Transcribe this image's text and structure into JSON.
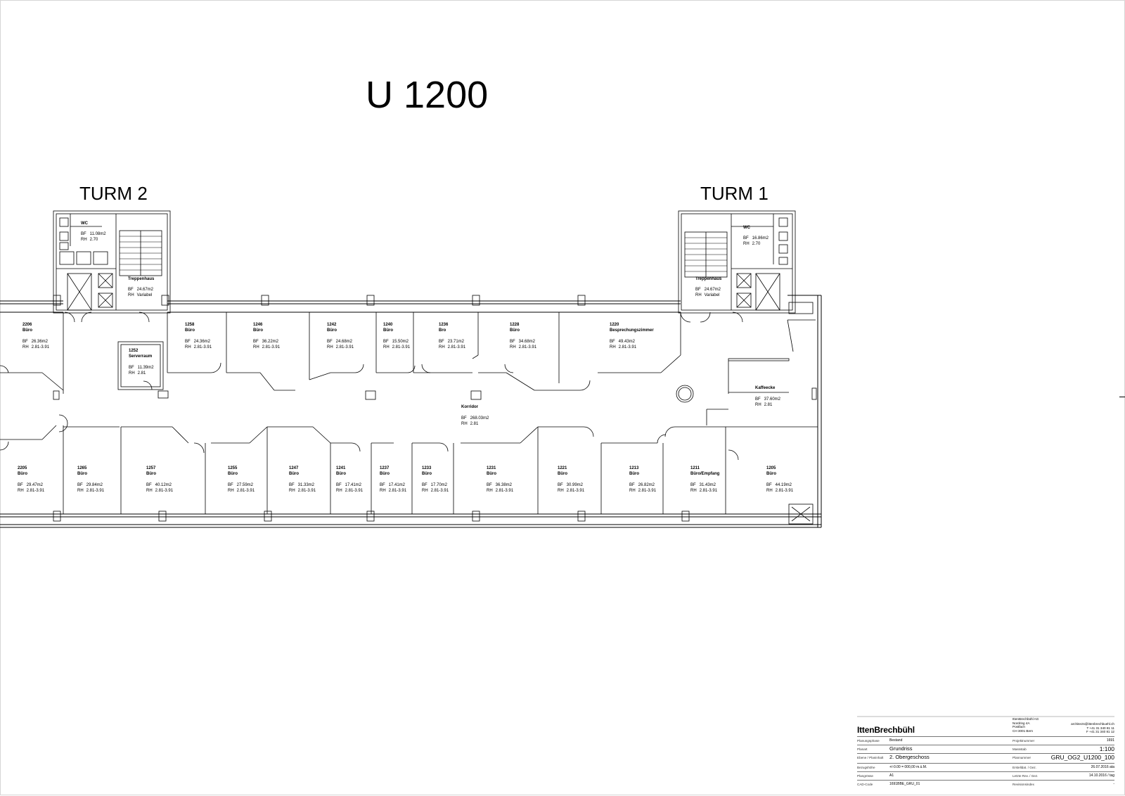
{
  "sheet_title": "U 1200",
  "towers": {
    "left": "TURM 2",
    "right": "TURM 1"
  },
  "rooms": [
    {
      "id": "r2206",
      "num": "2206",
      "name": "Büro",
      "bf": "26.36m2",
      "rh": "2.81-3.91"
    },
    {
      "id": "r1258",
      "num": "1258",
      "name": "Büro",
      "bf": "24.36m2",
      "rh": "2.81-3.91"
    },
    {
      "id": "r1246a",
      "num": "1246",
      "name": "Büro",
      "bf": "36.22m2",
      "rh": "2.81-3.91"
    },
    {
      "id": "r1242",
      "num": "1242",
      "name": "Büro",
      "bf": "24.68m2",
      "rh": "2.81-3.91"
    },
    {
      "id": "r1240",
      "num": "1240",
      "name": "Büro",
      "bf": "15.50m2",
      "rh": "2.81-3.91"
    },
    {
      "id": "r1236",
      "num": "1236",
      "name": "Bro",
      "bf": "23.71m2",
      "rh": "2.81-3.91"
    },
    {
      "id": "r1228",
      "num": "1228",
      "name": "Büro",
      "bf": "34.68m2",
      "rh": "2.81-3.91"
    },
    {
      "id": "r1220",
      "num": "1220",
      "name": "Besprechungszimmer",
      "bf": "49.43m2",
      "rh": "2.81-3.91"
    },
    {
      "id": "r1252",
      "num": "1252",
      "name": "Serverraum",
      "bf": "11.39m2",
      "rh": "2.81"
    },
    {
      "id": "rkorr",
      "num": "",
      "name": "Korridor",
      "bf": "268.03m2",
      "rh": "2.81"
    },
    {
      "id": "rkaff",
      "num": "",
      "name": "Kaffeecke",
      "bf": "37.60m2",
      "rh": "2.81"
    },
    {
      "id": "r2205",
      "num": "2205",
      "name": "Büro",
      "bf": "29.47m2",
      "rh": "2.81-3.91"
    },
    {
      "id": "r1265",
      "num": "1265",
      "name": "Büro",
      "bf": "29.84m2",
      "rh": "2.81-3.91"
    },
    {
      "id": "r1257",
      "num": "1257",
      "name": "Büro",
      "bf": "40.12m2",
      "rh": "2.81-3.91"
    },
    {
      "id": "r1255",
      "num": "1255",
      "name": "Büro",
      "bf": "27.59m2",
      "rh": "2.81-3.91"
    },
    {
      "id": "r1247",
      "num": "1247",
      "name": "Büro",
      "bf": "31.33m2",
      "rh": "2.81-3.91"
    },
    {
      "id": "r1241",
      "num": "1241",
      "name": "Büro",
      "bf": "17.41m2",
      "rh": "2.81-3.91"
    },
    {
      "id": "r1237",
      "num": "1237",
      "name": "Büro",
      "bf": "17.41m2",
      "rh": "2.81-3.91"
    },
    {
      "id": "r1233",
      "num": "1233",
      "name": "Büro",
      "bf": "17.70m2",
      "rh": "2.81-3.91"
    },
    {
      "id": "r1231",
      "num": "1231",
      "name": "Büro",
      "bf": "36.38m2",
      "rh": "2.81-3.91"
    },
    {
      "id": "r1221",
      "num": "1221",
      "name": "Büro",
      "bf": "30.99m2",
      "rh": "2.81-3.91"
    },
    {
      "id": "r1213",
      "num": "1213",
      "name": "Büro",
      "bf": "26.82m2",
      "rh": "2.81-3.91"
    },
    {
      "id": "r1211",
      "num": "1211",
      "name": "Büro/Empfang",
      "bf": "31.43m2",
      "rh": "2.81-3.91"
    },
    {
      "id": "r1205",
      "num": "1205",
      "name": "Büro",
      "bf": "44.19m2",
      "rh": "2.81-3.91"
    },
    {
      "id": "rwc2",
      "num": "",
      "name": "WC",
      "bf": "11.08m2",
      "rh": "2.70"
    },
    {
      "id": "rtr2",
      "num": "",
      "name": "Treppenhaus",
      "bf": "24.67m2",
      "rh": "Variabel"
    },
    {
      "id": "rwc1",
      "num": "",
      "name": "WC",
      "bf": "16.86m2",
      "rh": "2.70"
    },
    {
      "id": "rtr1",
      "num": "",
      "name": "Treppenhaus",
      "bf": "24.67m2",
      "rh": "Variabel"
    }
  ],
  "labels": {
    "bf": "BF",
    "rh": "RH"
  },
  "title_block": {
    "logo": "IttenBrechbühl",
    "firm_lines": [
      "IttenBrechbühl AG",
      "Nordring 4A",
      "Postfach",
      "CH 3001 Bern"
    ],
    "contact_lines": [
      "architects@ittenbrechbuehl.ch",
      "T +41 31 340 81 11",
      "F +41 31 340 81 12"
    ],
    "rows": [
      {
        "label": "Planungsphase",
        "value": "Bestand",
        "label2": "Projektnummer",
        "value2": "1691"
      },
      {
        "label": "Planart",
        "value": "Grundriss",
        "label2": "Massstab",
        "value2": "1:100"
      },
      {
        "label": "Ebene / Planinhalt",
        "value": "2. Obergeschoss",
        "label2": "Plannummer",
        "value2": "GRU_OG2_U1200_100"
      },
      {
        "label": "Bezugshöhe",
        "value": "+/-0.00 = 000,00 m.ü.M.",
        "label2": "Erstelldat. / Gez.",
        "value2": "26.07.2016 ata"
      },
      {
        "label": "Plangrösse",
        "value": "A1",
        "label2": "Letzte Rev. / Gez.",
        "value2": "14.10.2016 / tag"
      },
      {
        "label": "CAD-Code",
        "value": "1691BBE_GRU_01",
        "label2": "Revisionsindex",
        "value2": "-"
      }
    ]
  }
}
